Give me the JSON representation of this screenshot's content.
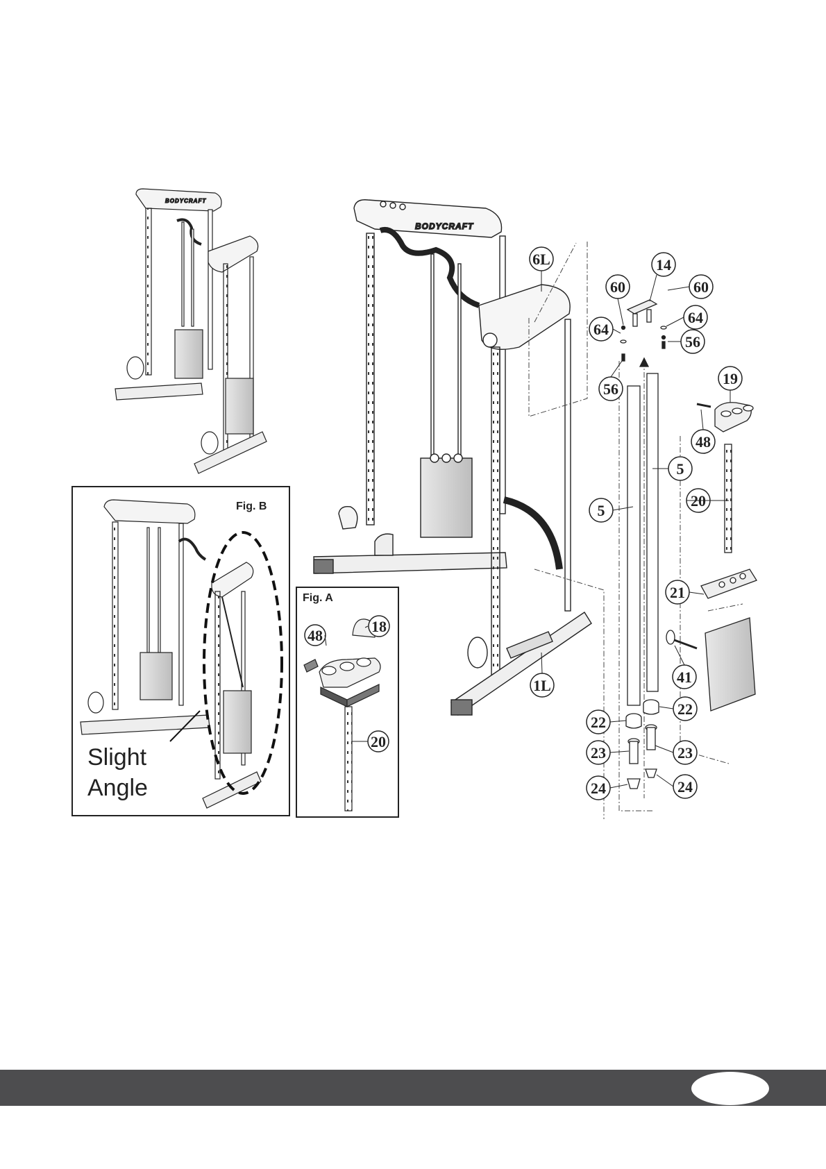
{
  "brand": "BODYCRAFT",
  "fig_a": {
    "title": "Fig. A",
    "callouts": [
      "48",
      "18",
      "20"
    ]
  },
  "fig_b": {
    "title": "Fig. B",
    "note_line1": "Slight",
    "note_line2": "Angle"
  },
  "callouts": {
    "c6L": "6L",
    "c14": "14",
    "c60a": "60",
    "c60b": "60",
    "c64a": "64",
    "c64b": "64",
    "c56a": "56",
    "c56b": "56",
    "c19": "19",
    "c48": "48",
    "c5a": "5",
    "c5b": "5",
    "c20": "20",
    "c21": "21",
    "c41": "41",
    "c1L": "1L",
    "c22a": "22",
    "c22b": "22",
    "c23a": "23",
    "c23b": "23",
    "c24a": "24",
    "c24b": "24"
  },
  "colors": {
    "line": "#222222",
    "footer": "#4d4d4f",
    "page_oval": "#ffffff"
  }
}
